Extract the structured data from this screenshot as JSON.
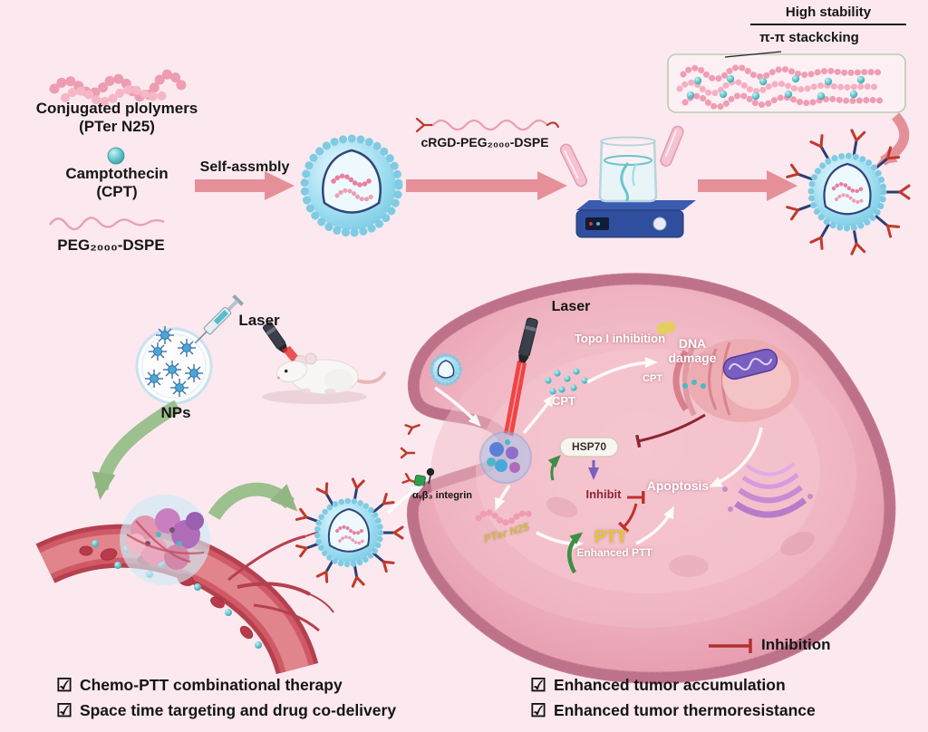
{
  "colors": {
    "background": "#fbe9ef",
    "arrow_salmon": "#e59099",
    "nanoparticle_blue": "#9adbef",
    "navy_spike": "#2b3e73",
    "ligand_red": "#c0392b",
    "teal_cpt": "#4db8c4",
    "cell_pink": "#e8a4b4",
    "vessel_red": "#b5404e",
    "green_arrow": "#7fae6f",
    "ptt_yellow": "#d8b832"
  },
  "synthesis": {
    "polymer_label_1": "Conjugated plolymers",
    "polymer_label_2": "(PTer N25)",
    "cpt_label_1": "Camptothecin",
    "cpt_label_2": "(CPT)",
    "peg_label": "PEG₂₀₀₀-DSPE",
    "self_assembly": "Self-assmbly",
    "crgd": "cRGD-PEG₂₀₀₀-DSPE",
    "high_stability": "High stability",
    "pi_stacking": "π-π stackcking"
  },
  "cell": {
    "laser": "Laser",
    "topo_inhibition": "Topo I inhibition",
    "dna_damage": "DNA damage",
    "cpt": "CPT",
    "cpt_small": "CPT",
    "hsp70": "HSP70",
    "apoptosis": "Apoptosis",
    "inhibit": "Inhibit",
    "ptt": "PTT",
    "enhanced_ptt": "Enhanced PTT",
    "pter": "PTer N25",
    "integrin": "αᵥβ₃ integrin"
  },
  "invivo": {
    "nps": "NPs",
    "laser": "Laser"
  },
  "legend": {
    "inhibition": "Inhibition"
  },
  "checklist": {
    "glyph": "☑",
    "items": [
      "Chemo-PTT combinational therapy",
      "Space time targeting and drug co-delivery",
      "Enhanced tumor accumulation",
      "Enhanced tumor thermoresistance"
    ]
  }
}
